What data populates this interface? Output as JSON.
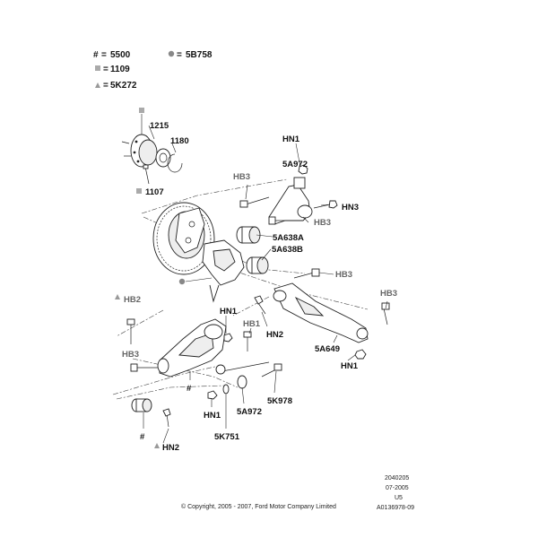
{
  "legend": {
    "items": [
      {
        "symbol": "#",
        "symbol_kind": "hash",
        "code": "5500"
      },
      {
        "symbol": "",
        "symbol_kind": "circle",
        "code": "5B758"
      },
      {
        "symbol": "",
        "symbol_kind": "square",
        "code": "1109"
      },
      {
        "symbol": "",
        "symbol_kind": "triangle",
        "code": "5K272"
      }
    ]
  },
  "labels": {
    "l1215": "1215",
    "l1180": "1180",
    "l1107": "1107",
    "hn1_top": "HN1",
    "a5a972_top": "5A972",
    "hb3_top": "HB3",
    "hn3": "HN3",
    "hb3_mid": "HB3",
    "a5a638a": "5A638A",
    "a5a638b": "5A638B",
    "hb3_right": "HB3",
    "hb3_far": "HB3",
    "hb2_top": "HB2",
    "hn1_mid": "HN1",
    "hb1": "HB1",
    "hn2_mid": "HN2",
    "a5a649": "5A649",
    "hn1_right": "HN1",
    "hb3_left": "HB3",
    "a5k978": "5K978",
    "hn1_low": "HN1",
    "a5a972_low": "5A972",
    "a5k751": "5K751",
    "hn2_low": "HN2",
    "hash_low": "#",
    "hash_mid": "#"
  },
  "footer": {
    "copyright": "© Copyright, 2005 - 2007, Ford Motor Company Limited",
    "code1": "2040205",
    "date": "07-2005",
    "model": "U5",
    "ref": "A0136978-09"
  },
  "colors": {
    "line": "#222222",
    "gray_symbol": "#999999",
    "label": "#111111"
  }
}
